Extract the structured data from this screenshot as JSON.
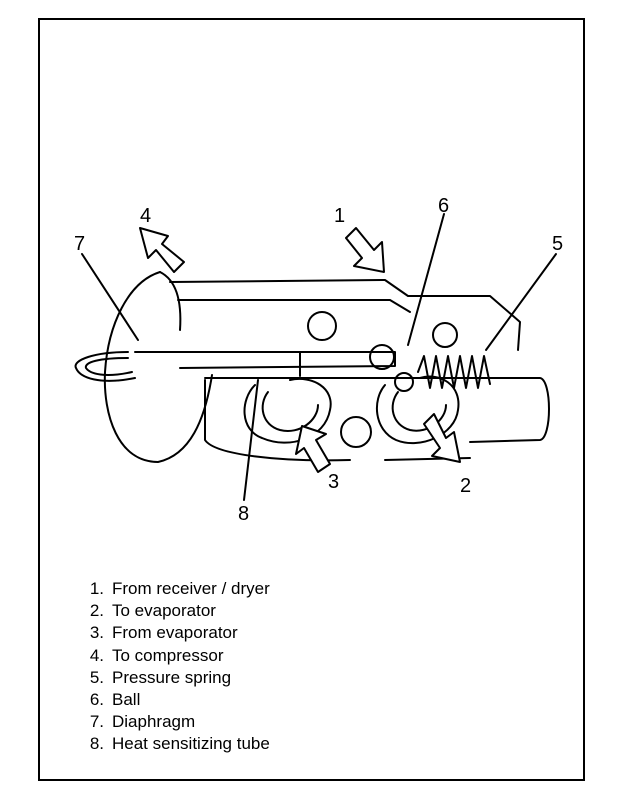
{
  "callouts": {
    "c1": "1",
    "c2": "2",
    "c3": "3",
    "c4": "4",
    "c5": "5",
    "c6": "6",
    "c7": "7",
    "c8": "8"
  },
  "legend": [
    {
      "num": "1.",
      "text": "From receiver / dryer"
    },
    {
      "num": "2.",
      "text": "To evaporator"
    },
    {
      "num": "3.",
      "text": "From evaporator"
    },
    {
      "num": "4.",
      "text": "To compressor"
    },
    {
      "num": "5.",
      "text": "Pressure spring"
    },
    {
      "num": "6.",
      "text": "Ball"
    },
    {
      "num": "7.",
      "text": "Diaphragm"
    },
    {
      "num": "8.",
      "text": "Heat sensitizing tube"
    }
  ]
}
